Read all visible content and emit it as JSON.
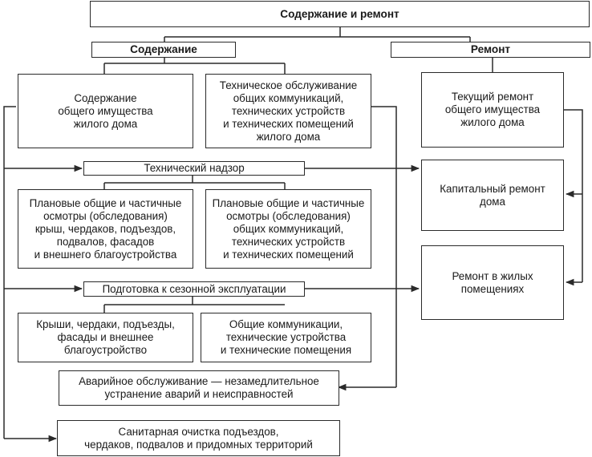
{
  "diagram": {
    "root": "Содержание и ремонт",
    "maintenance": {
      "title": "Содержание",
      "common_property": "Содержание\nобщего имущества\nжилого дома",
      "technical_service": "Техническое обслуживание\nобщих коммуникаций,\nтехнических устройств\nи технических помещений\nжилого дома",
      "technical_supervision": "Технический надзор",
      "inspections_roofs": "Плановые общие и частичные\nосмотры (обследования)\nкрыш, чердаков, подъездов,\nподвалов, фасадов\nи внешнего благоустройства",
      "inspections_communications": "Плановые общие и частичные\nосмотры (обследования)\nобщих коммуникаций,\nтехнических устройств\nи технических помещений",
      "seasonal_preparation": "Подготовка к сезонной эксплуатации",
      "seasonal_roofs": "Крыши, чердаки, подъезды,\nфасады и внешнее\nблагоустройство",
      "seasonal_communications": "Общие коммуникации,\nтехнические устройства\nи технические помещения",
      "emergency": "Аварийное обслуживание — незамедлительное\nустранение аварий и неисправностей",
      "sanitary": "Санитарная очистка подъездов,\nчердаков, подвалов и придомных территорий"
    },
    "repair": {
      "title": "Ремонт",
      "current_repair": "Текущий ремонт\nобщего имущества\nжилого дома",
      "capital_repair": "Капитальный ремонт\nдома",
      "residential_repair": "Ремонт в жилых\nпомещениях"
    }
  }
}
